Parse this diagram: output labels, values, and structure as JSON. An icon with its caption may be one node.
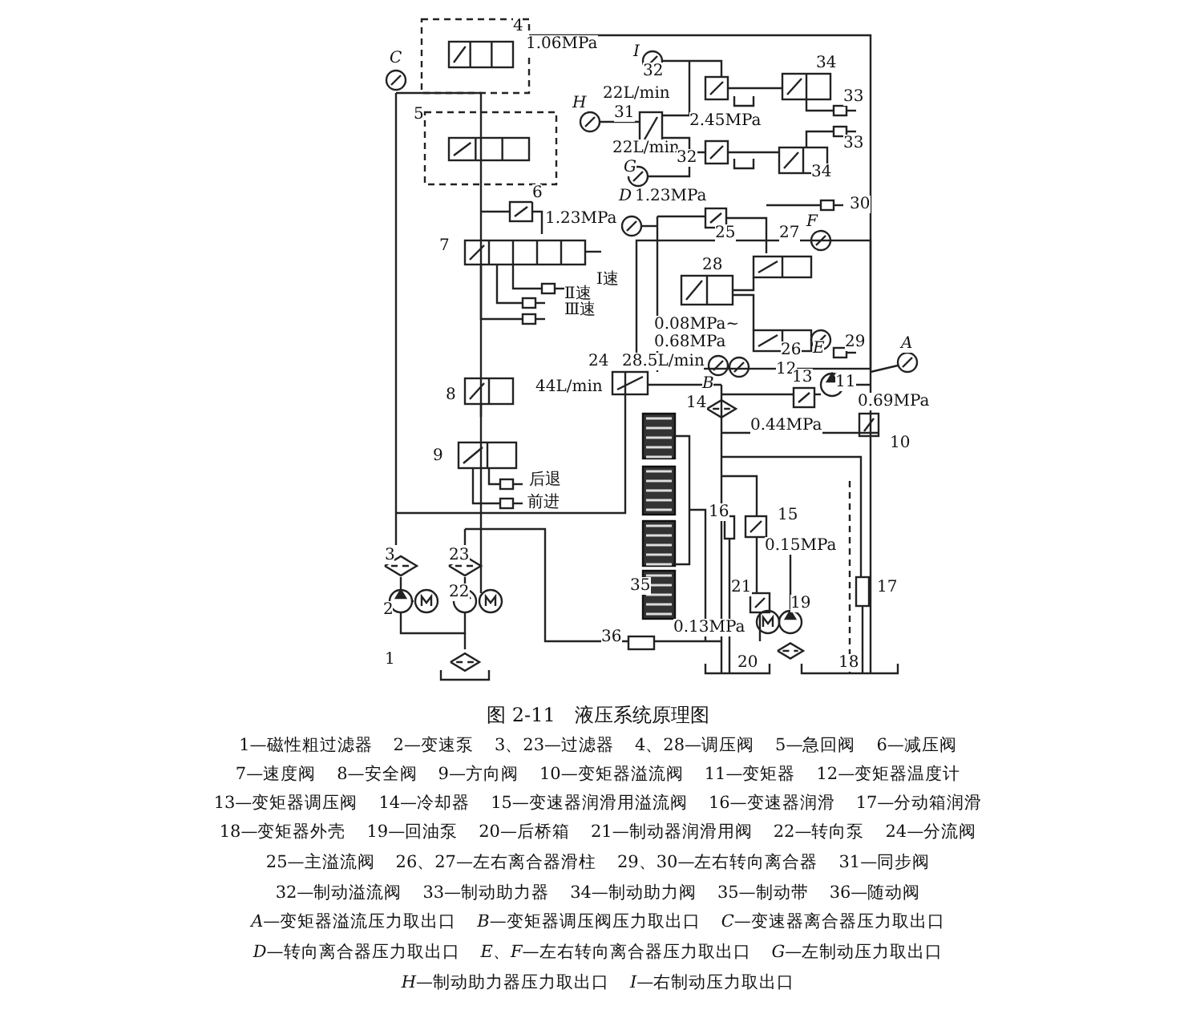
{
  "diagram": {
    "title": "图 2-11　液压系统原理图",
    "labels": [
      "4",
      "1.06MPa",
      "C",
      "I",
      "32",
      "34",
      "22L/min",
      "H",
      "31",
      "2.45MPa",
      "33",
      "22L/min",
      "32",
      "33",
      "G",
      "34",
      "5",
      "D",
      "1.23MPa",
      "30",
      "F",
      "6",
      "1.23MPa",
      "25",
      "27",
      "7",
      "28",
      "Ⅰ速",
      "Ⅱ速",
      "Ⅲ速",
      "0.08MPa~",
      "0.68MPa",
      "26",
      "E",
      "29",
      "A",
      "24",
      "28.5L/min",
      "44L/min",
      "B",
      "12",
      "13",
      "11",
      "8",
      "14",
      "0.44MPa",
      "0.69MPa",
      "10",
      "9",
      "后退",
      "前进",
      "16",
      "15",
      "0.15MPa",
      "3",
      "23",
      "2",
      "22",
      "35",
      "21",
      "19",
      "17",
      "0.13MPa",
      "36",
      "1",
      "20",
      "18",
      "1—磁性粗过滤器",
      "2—变速泵",
      "3、23—过滤器",
      "4、28—调压阀",
      "5—急回阀",
      "6—减压阀",
      "7—速度阀",
      "8—安全阀",
      "9—方向阀",
      "10—变矩器溢流阀",
      "11—变矩器",
      "12—变矩器温度计",
      "13—变矩器调压阀",
      "14—冷却器",
      "15—变速器润滑用溢流阀",
      "16—变速器润滑",
      "17—分动箱润滑",
      "18—变矩器外壳",
      "19—回油泵",
      "20—后桥箱",
      "21—制动器润滑用阀",
      "22—转向泵",
      "24—分流阀",
      "25—主溢流阀",
      "26、27—左右离合器滑柱",
      "29、30—左右转向离合器",
      "31—同步阀",
      "32—制动溢流阀",
      "33—制动助力器",
      "34—制动助力阀",
      "35—制动带",
      "36—随动阀",
      "*A*—变矩器溢流压力取出口",
      "*B*—变矩器调压阀压力取出口",
      "*C*—变速器离合器压力取出口",
      "*D*—转向离合器压力取出口",
      "*E*、*F*—左右转向离合器压力取出口",
      "*G*—左制动压力取出口",
      "*H*—制动助力器压力取出口",
      "*I*—右制动压力取出口"
    ]
  }
}
